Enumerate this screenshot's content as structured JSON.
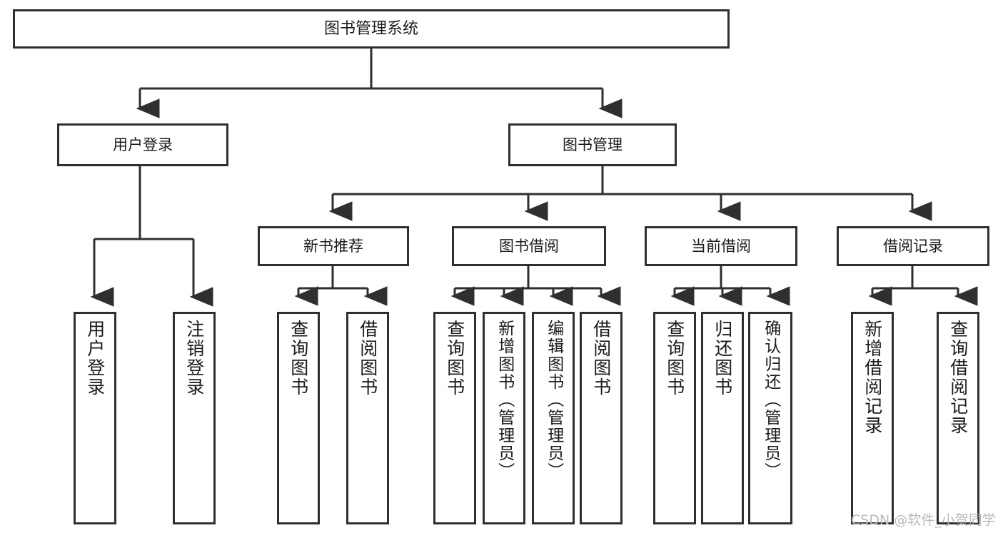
{
  "diagram": {
    "title": "图书管理系统",
    "watermark": "CSDN @软件_小贺同学",
    "colors": {
      "stroke": "#2f2f2f",
      "fill": "#ffffff",
      "text": "#1b1b1b",
      "watermark": "#b9b9b9"
    },
    "root": {
      "label": "图书管理系统"
    },
    "level1": [
      {
        "label": "用户登录"
      },
      {
        "label": "图书管理"
      }
    ],
    "level2": [
      {
        "label": "新书推荐"
      },
      {
        "label": "图书借阅"
      },
      {
        "label": "当前借阅"
      },
      {
        "label": "借阅记录"
      }
    ],
    "leaves": {
      "user_login": [
        {
          "label": "用户登录"
        },
        {
          "label": "注销登录"
        }
      ],
      "new_book": [
        {
          "label": "查询图书"
        },
        {
          "label": "借阅图书"
        }
      ],
      "book_borrow": [
        {
          "label": "查询图书"
        },
        {
          "label": "新增图书（管理员）"
        },
        {
          "label": "编辑图书（管理员）"
        },
        {
          "label": "借阅图书"
        }
      ],
      "current_borrow": [
        {
          "label": "查询图书"
        },
        {
          "label": "归还图书"
        },
        {
          "label": "确认归还（管理员）"
        }
      ],
      "borrow_record": [
        {
          "label": "新增借阅记录"
        },
        {
          "label": "查询借阅记录"
        }
      ]
    }
  }
}
